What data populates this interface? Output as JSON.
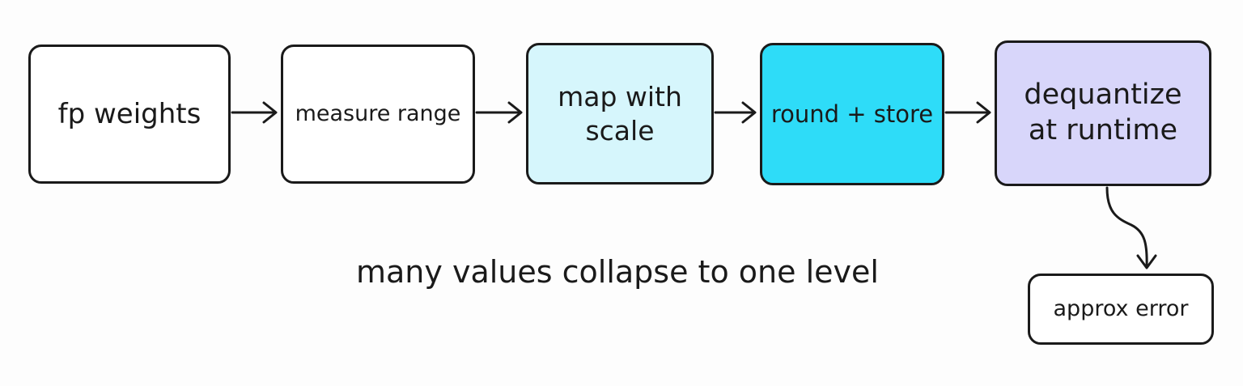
{
  "nodes": [
    {
      "id": "n1",
      "label": "fp weights",
      "fill": "#ffffff"
    },
    {
      "id": "n2",
      "label": "measure range",
      "fill": "#ffffff"
    },
    {
      "id": "n3",
      "label": "map with\nscale",
      "fill": "#d6f6fc"
    },
    {
      "id": "n4",
      "label": "round + store",
      "fill": "#2edcf8"
    },
    {
      "id": "n5",
      "label": "dequantize\nat runtime",
      "fill": "#d8d6fa"
    },
    {
      "id": "n6",
      "label": "approx error",
      "fill": "#ffffff"
    }
  ],
  "edges": [
    {
      "from": "fp weights",
      "to": "measure range"
    },
    {
      "from": "measure range",
      "to": "map with scale"
    },
    {
      "from": "map with scale",
      "to": "round + store"
    },
    {
      "from": "round + store",
      "to": "dequantize at runtime"
    },
    {
      "from": "dequantize at runtime",
      "to": "approx error"
    }
  ],
  "caption": "many values collapse to one level",
  "stroke_color": "#1a1a1a"
}
